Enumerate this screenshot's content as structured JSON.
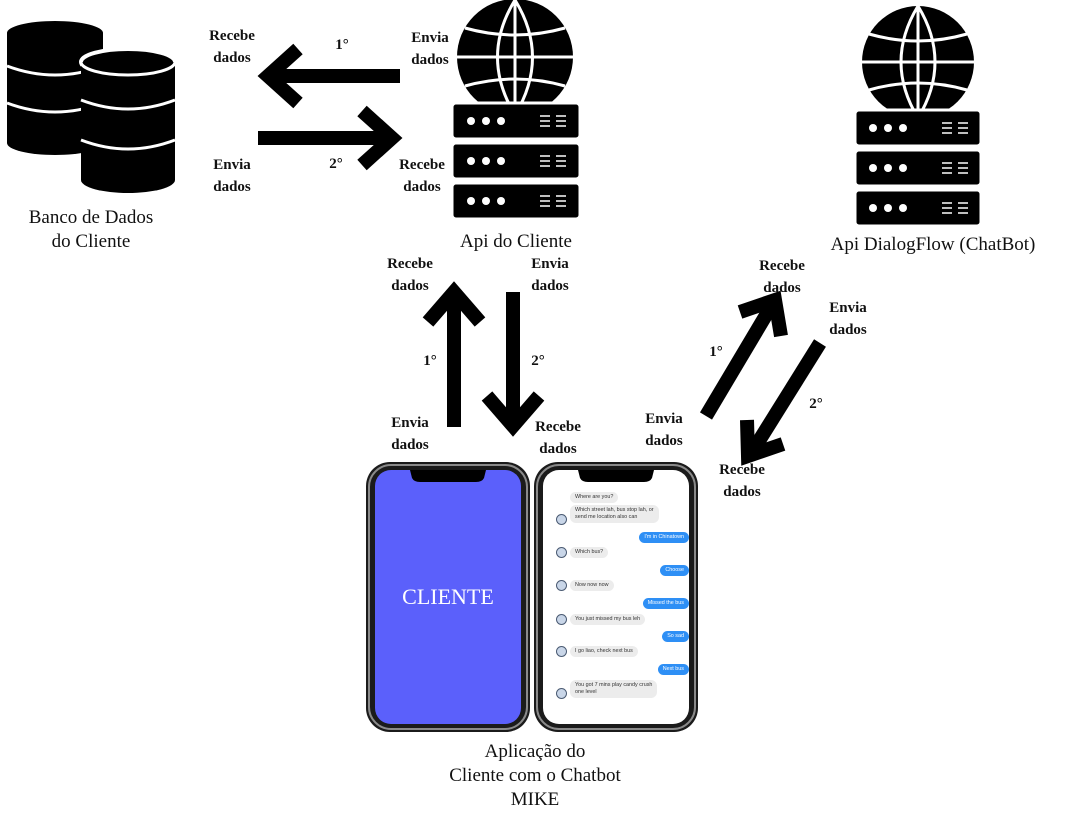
{
  "nodes": {
    "banco": {
      "line1": "Banco de Dados",
      "line2": "do Cliente"
    },
    "api_cliente": {
      "label": "Api do Cliente"
    },
    "api_dialogflow": {
      "label": "Api DialogFlow (ChatBot)"
    },
    "aplicacao": {
      "line1": "Aplicação do",
      "line2": "Cliente com o Chatbot",
      "line3": "MIKE"
    }
  },
  "labels": {
    "recebe": [
      "Recebe",
      "dados"
    ],
    "envia": [
      "Envia",
      "dados"
    ],
    "first": "1°",
    "second": "2°"
  },
  "phone_left": {
    "text": "CLIENTE",
    "color": "#5b60fb"
  },
  "chat_messages": [
    {
      "side": "in",
      "text": "Where are you?"
    },
    {
      "side": "in",
      "text": "Which street lah, bus stop lah, or"
    },
    {
      "side": "in",
      "text": "send me location also can"
    },
    {
      "side": "out",
      "text": "I'm in Chinatown"
    },
    {
      "side": "in",
      "text": "Which bus?"
    },
    {
      "side": "out",
      "text": "Choose"
    },
    {
      "side": "in",
      "text": "Now now now"
    },
    {
      "side": "out",
      "text": "Missed the bus"
    },
    {
      "side": "in",
      "text": "You just missed my bus leh"
    },
    {
      "side": "out",
      "text": "So sad"
    },
    {
      "side": "in",
      "text": "I go liao, check next bus"
    },
    {
      "side": "out",
      "text": "Next bus"
    },
    {
      "side": "in",
      "text": "You got 7 mins play candy crush"
    },
    {
      "side": "in",
      "text": "one level"
    }
  ],
  "colors": {
    "ink": "#000000",
    "bubble_out": "#2e8ff5",
    "bubble_in": "#ececec"
  }
}
